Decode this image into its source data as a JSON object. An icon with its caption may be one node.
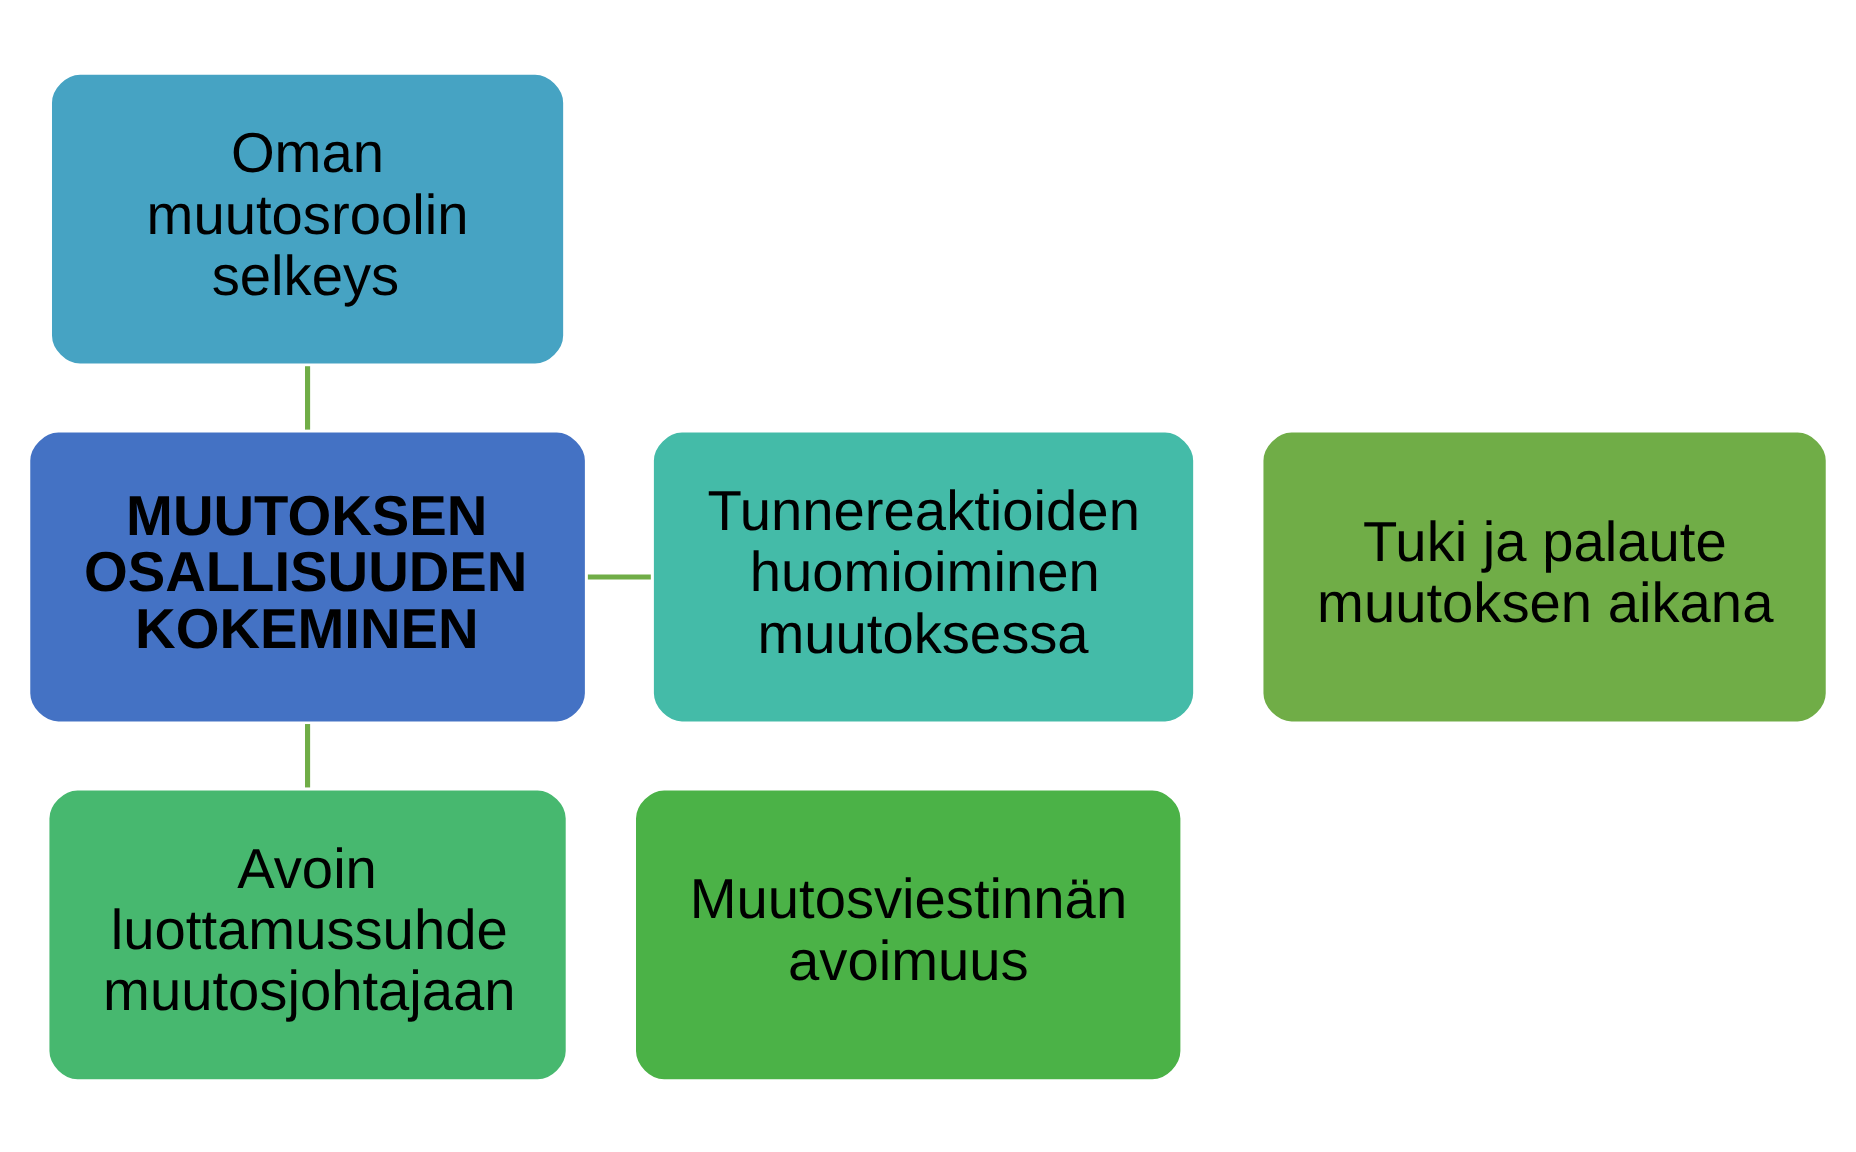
{
  "diagram": {
    "nodes": [
      {
        "text": [
          "Oman muutosroolin selkeys"
        ]
      },
      {
        "text": [
          "Tunnereaktioiden huomioiminen muutoksessa"
        ]
      },
      {
        "text": [
          "Tuki ja palaute muutoksen aikana"
        ]
      },
      {
        "text": [
          "MUUTOKSEN OSALLISUUDEN KOKEMINEN"
        ]
      },
      {
        "text": [
          "Muutosviestinnän avoimuus"
        ]
      },
      {
        "text": [
          "Avoin luottamussuhde muutosjohtajaan"
        ]
      }
    ],
    "edges": [
      {
        "from": 3,
        "to": 0,
        "arrow": "none"
      },
      {
        "from": 3,
        "to": 1,
        "arrow": "none"
      },
      {
        "from": 3,
        "to": 5,
        "arrow": "none"
      }
    ]
  }
}
